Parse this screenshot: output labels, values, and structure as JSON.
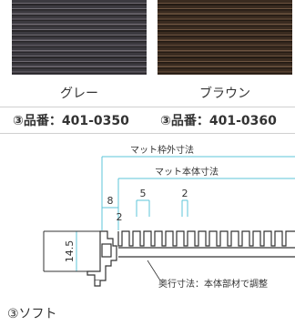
{
  "colors": {
    "grey_label": "グレー",
    "brown_label": "ブラウン",
    "grey_code": "③品番：401-0350",
    "brown_code": "③品番：401-0360",
    "accent": "#5cc6d8"
  },
  "diagram": {
    "outer_label": "マット枠外寸法",
    "body_label": "マット本体寸法",
    "dim_8": "8",
    "dim_5": "5",
    "dim_2a": "2",
    "dim_2b": "2",
    "dim_14_5": "14.5",
    "depth_label": "奥行寸法：本体部材で調整"
  },
  "caption": "③ソフト"
}
